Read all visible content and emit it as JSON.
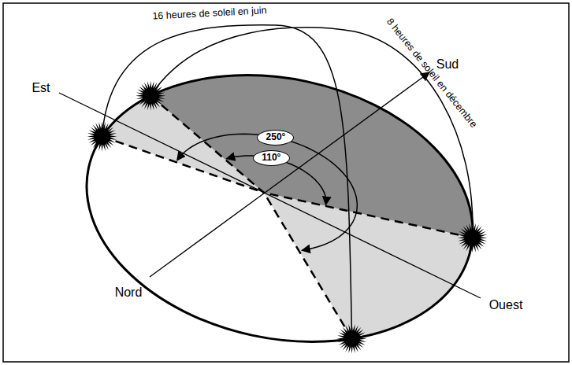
{
  "diagram": {
    "nodes": [
      {
        "text": [
          "250°"
        ]
      },
      {
        "text": [
          "110°"
        ]
      }
    ],
    "labels": [
      "16 heures de soleil en juin",
      "8 heures de soleil en décembre",
      "Est",
      "Sud",
      "Nord",
      "Ouest"
    ]
  }
}
